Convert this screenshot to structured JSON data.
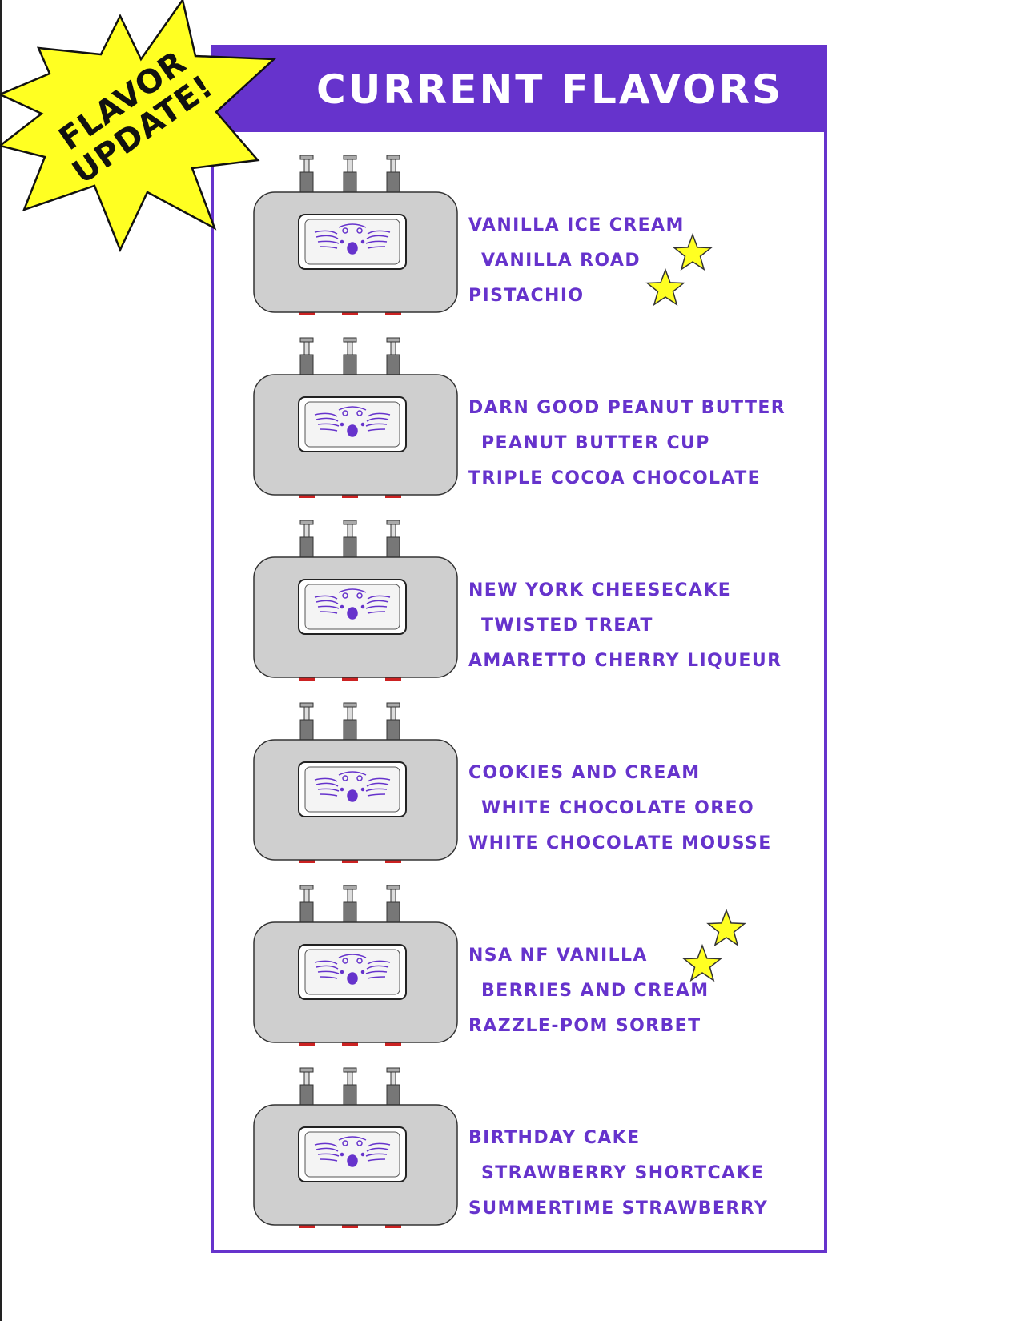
{
  "title": "Current Flavors",
  "badge": {
    "line1": "FLAVOR",
    "line2": "UPDATE!"
  },
  "colors": {
    "purple": "#6633cc",
    "star_yellow": "#ffff22",
    "machine_gray": "#cfcfcf",
    "tap_gray": "#777777",
    "drip_red": "#cc2222"
  },
  "machines": [
    {
      "flavors": [
        "Vanilla Ice Cream",
        "Vanilla Road",
        "Pistachio"
      ],
      "featured": true
    },
    {
      "flavors": [
        "Darn Good Peanut Butter",
        "Peanut Butter Cup",
        "Triple Cocoa Chocolate"
      ],
      "featured": false
    },
    {
      "flavors": [
        "New York Cheesecake",
        "Twisted Treat",
        "Amaretto Cherry Liqueur"
      ],
      "featured": false
    },
    {
      "flavors": [
        "Cookies and Cream",
        "White Chocolate Oreo",
        "White Chocolate Mousse"
      ],
      "featured": false
    },
    {
      "flavors": [
        "NSA NF Vanilla",
        "Berries and Cream",
        "Razzle-Pom Sorbet"
      ],
      "featured": true
    },
    {
      "flavors": [
        "Birthday Cake",
        "Strawberry Shortcake",
        "Summertime Strawberry"
      ],
      "featured": false
    }
  ]
}
